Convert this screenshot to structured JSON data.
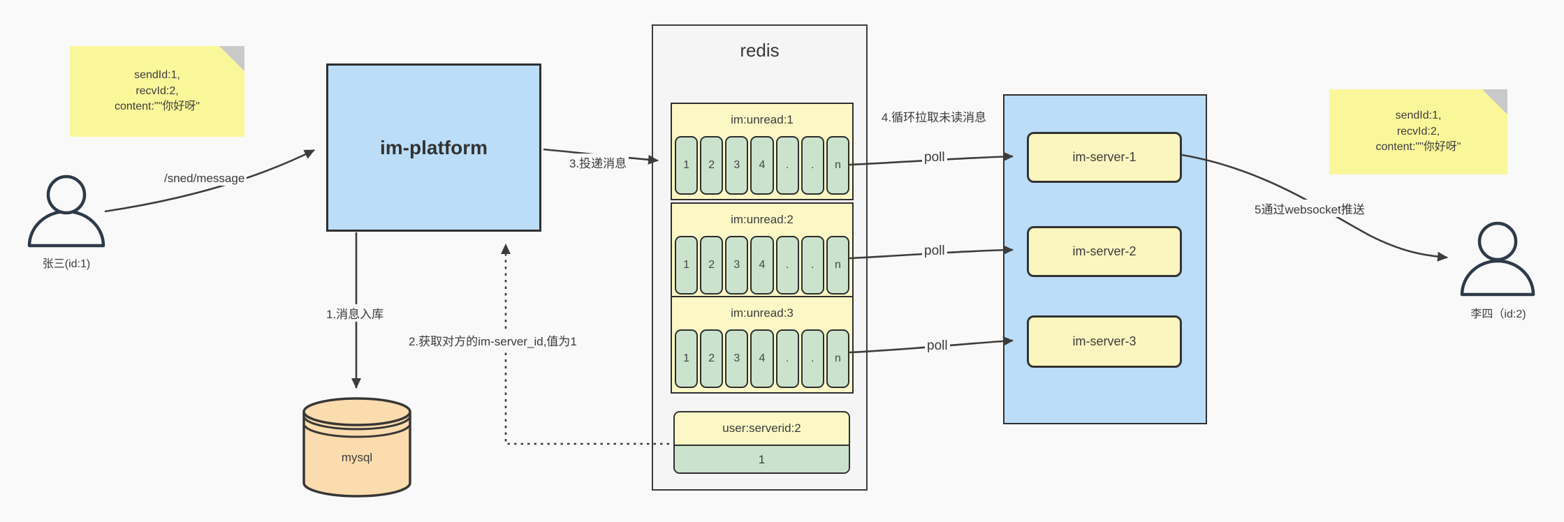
{
  "colors": {
    "page_bg": "#f9f9f9",
    "box_blue": "#bbddf7",
    "note_yellow": "#faf79b",
    "block_yellow": "#fbf8c6",
    "server_yellow": "#fbf6bf",
    "cell_green": "#cbe3cd",
    "mysql_orange": "#fbdcae",
    "container_gray": "#f5f5f5",
    "border_dark": "#2f2f2f",
    "arrow": "#3c3c3c",
    "fold_gray": "#c9c9c9",
    "person_stroke": "#2d3a49"
  },
  "left_note": {
    "lines": [
      "sendId:1,",
      "recvId:2,",
      "content:\"\"你好呀\""
    ]
  },
  "right_note": {
    "lines": [
      "sendId:1,",
      "recvId:2,",
      "content:\"\"你好呀\""
    ]
  },
  "sender": {
    "label": "张三(id:1)"
  },
  "receiver": {
    "label": "李四（id:2)"
  },
  "platform": {
    "label": "im-platform"
  },
  "database": {
    "label": "mysql"
  },
  "redis": {
    "title": "redis",
    "queues": [
      {
        "header": "im:unread:1",
        "cells": [
          "1",
          "2",
          "3",
          "4",
          ".",
          ".",
          "n"
        ]
      },
      {
        "header": "im:unread:2",
        "cells": [
          "1",
          "2",
          "3",
          "4",
          ".",
          ".",
          "n"
        ]
      },
      {
        "header": "im:unread:3",
        "cells": [
          "1",
          "2",
          "3",
          "4",
          ".",
          ".",
          "n"
        ]
      }
    ],
    "kv": {
      "header": "user:serverid:2",
      "value": "1"
    }
  },
  "servers": [
    {
      "label": "im-server-1"
    },
    {
      "label": "im-server-2"
    },
    {
      "label": "im-server-3"
    }
  ],
  "edge_labels": {
    "send": "/sned/message",
    "step1": "1.消息入库",
    "step2": "2.获取对方的im-server_id,值为1",
    "step3": "3.投递消息",
    "step4": "4.循环拉取未读消息",
    "poll1": "poll",
    "poll2": "poll",
    "poll3": "poll",
    "step5": "5通过websocket推送"
  }
}
